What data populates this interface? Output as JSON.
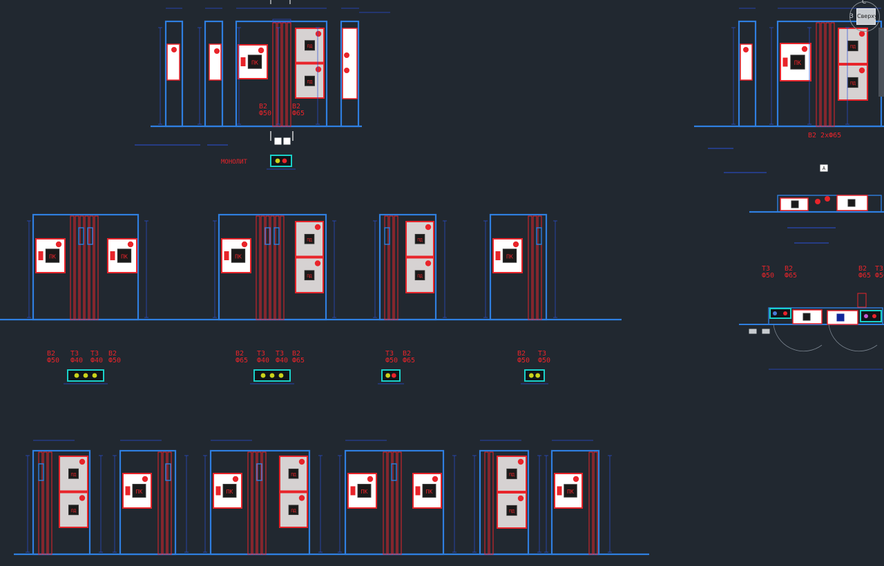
{
  "viewcube": {
    "face": "Сверху",
    "north": "С",
    "west": "З"
  },
  "labels": {
    "pk": "ПК",
    "pd": "ПД",
    "mono": "МОНОЛИТ",
    "v2_50": [
      "В2",
      "Ф50"
    ],
    "v2_65": [
      "В2",
      "Ф65"
    ],
    "t3_40": [
      "Т3",
      "Ф40"
    ],
    "t3_50": [
      "Т3",
      "Ф50"
    ],
    "v2_2x65": "В2 2хФ65",
    "section_a": "А"
  },
  "colors": {
    "background": "#212830",
    "wall": "#2f7fe0",
    "pipe": "#e8242a",
    "cabinet_fill": "#d6d2d2",
    "manifold": "#19d1c9",
    "dim": "#2a4fd8"
  }
}
